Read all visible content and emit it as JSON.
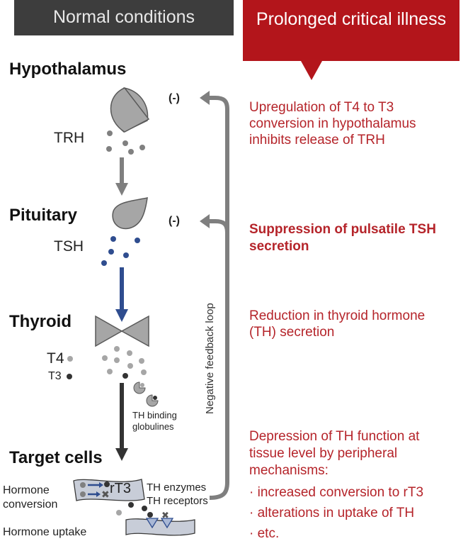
{
  "header": {
    "left": "Normal conditions",
    "right": "Prolonged critical illness"
  },
  "organs": {
    "hypothalamus": "Hypothalamus",
    "pituitary": "Pituitary",
    "thyroid": "Thyroid",
    "target": "Target cells"
  },
  "hormones": {
    "trh": "TRH",
    "tsh": "TSH",
    "t4": "T4",
    "t3": "T3",
    "rt3": "rT3"
  },
  "labels": {
    "neg1": "(-)",
    "neg2": "(-)",
    "feedback": "Negative feedback loop",
    "binding_line1": "TH binding",
    "binding_line2": "globulines",
    "conversion_line1": "Hormone",
    "conversion_line2": "conversion",
    "uptake": "Hormone uptake",
    "enzymes": "TH enzymes",
    "receptors": "TH receptors"
  },
  "critical": {
    "hypothalamus_line1": "Upregulation of T4 to T3",
    "hypothalamus_line2": "conversion in hypothalamus",
    "hypothalamus_line3": "inhibits release of TRH",
    "pituitary_line1": "Suppression of pulsatile TSH",
    "pituitary_line2": "secretion",
    "thyroid_line1": "Reduction in thyroid hormone",
    "thyroid_line2": "(TH) secretion",
    "target_line1": "Depression of TH function at",
    "target_line2": "tissue level by peripheral",
    "target_line3": "mechanisms:",
    "bullet1": "· increased conversion to rT3",
    "bullet2": "· alterations in uptake of TH",
    "bullet3": "· etc."
  },
  "colors": {
    "left_header": "#3d3d3d",
    "right_header": "#b3151b",
    "critical_text": "#b5242a",
    "gland_gray": "#a6a6a6",
    "tsh_blue": "#2f4d8f",
    "arrow_gray": "#7f7f7f",
    "arrow_dark": "#333333"
  }
}
